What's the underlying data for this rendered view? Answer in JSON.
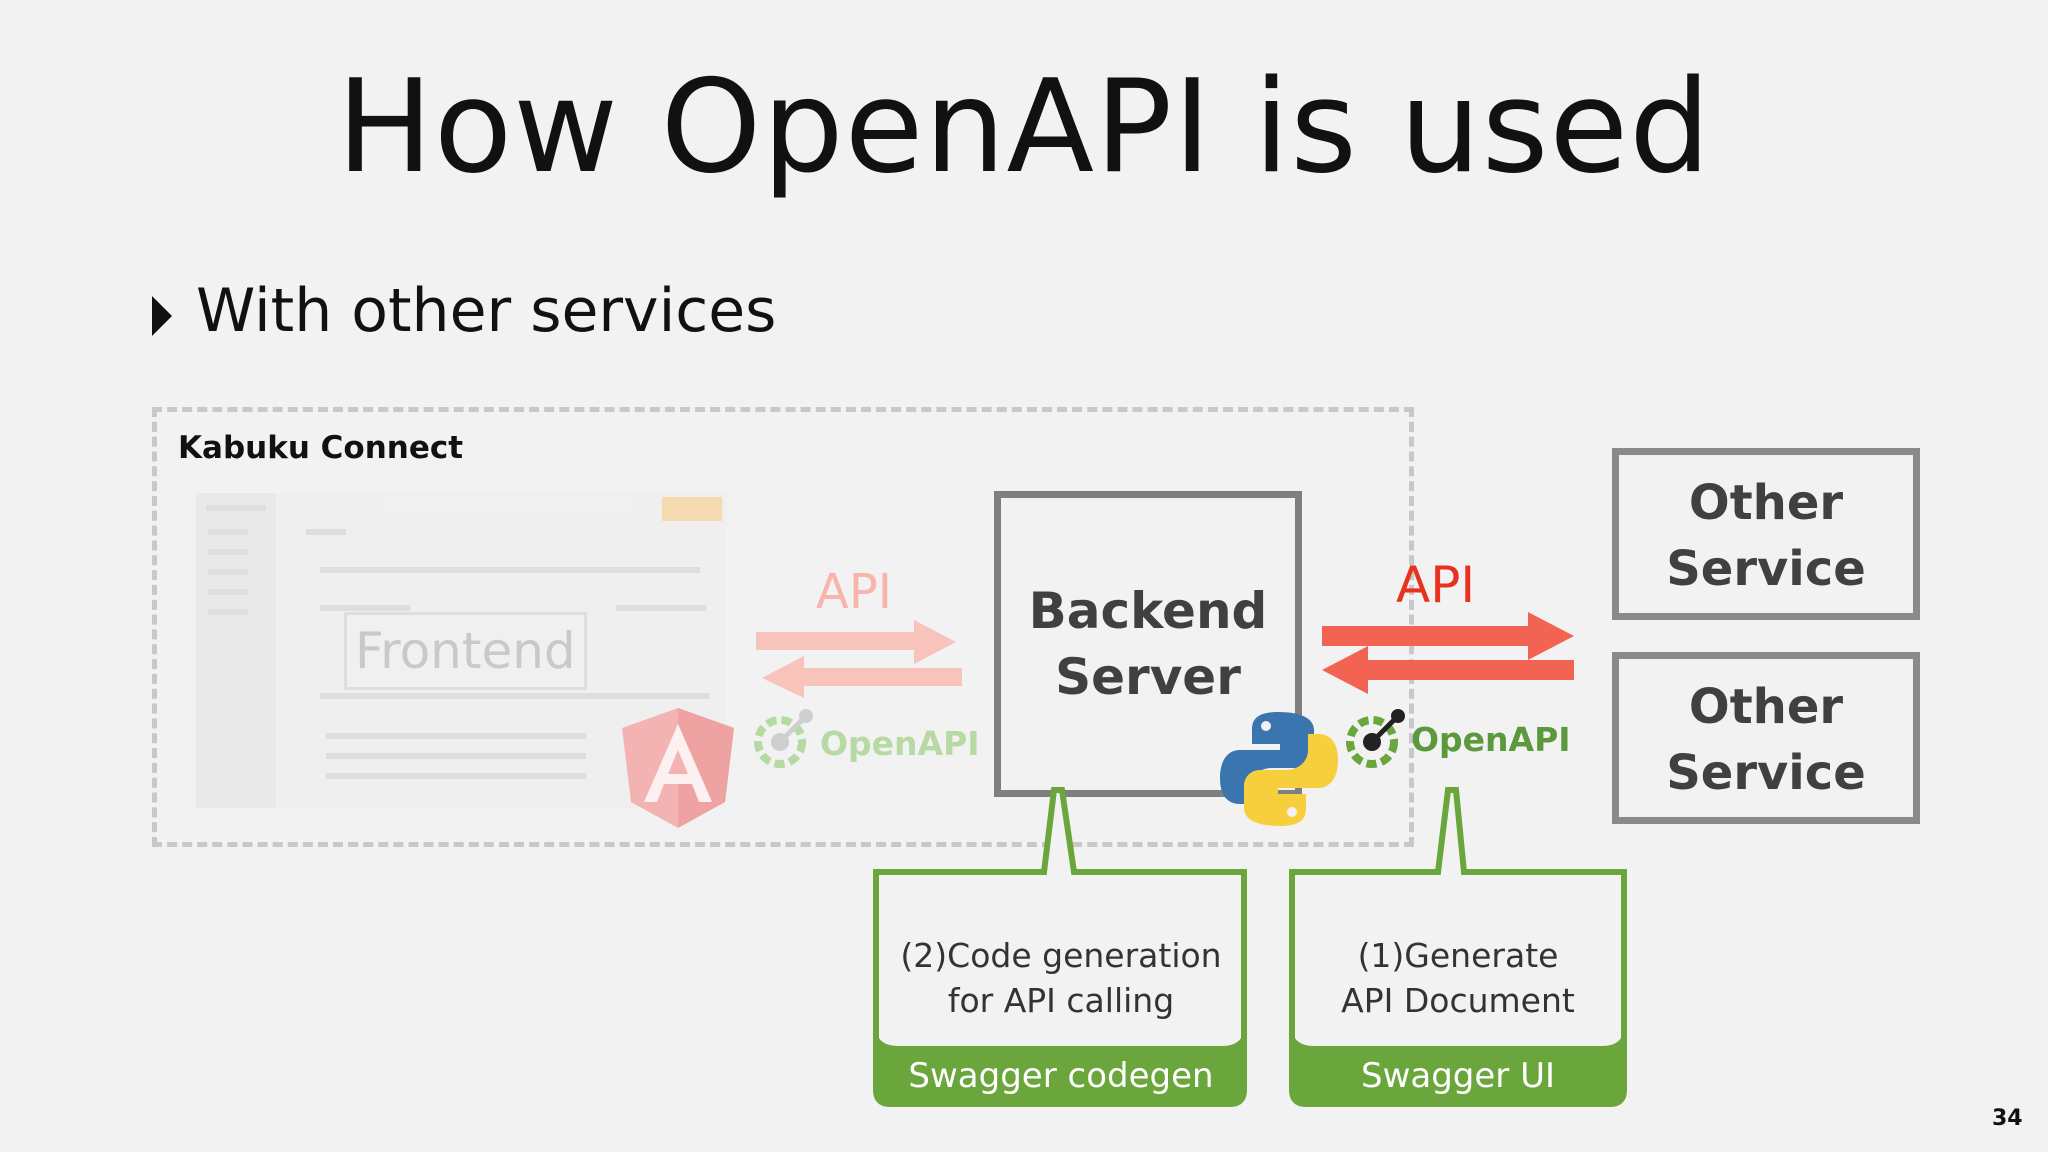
{
  "title": "How OpenAPI is used",
  "bullet": "With other services",
  "group": {
    "label": "Kabuku Connect"
  },
  "frontend": {
    "label": "Frontend"
  },
  "backend": {
    "label_line1": "Backend",
    "label_line2": "Server"
  },
  "other_services": [
    {
      "line1": "Other",
      "line2": "Service"
    },
    {
      "line1": "Other",
      "line2": "Service"
    }
  ],
  "arrows": {
    "left_label": "API",
    "right_label": "API"
  },
  "openapi": {
    "left_text": "OpenAPI",
    "right_text": "OpenAPI"
  },
  "callouts": {
    "codegen": {
      "line1": "(2)Code generation",
      "line2": "for API calling",
      "tool": "Swagger codegen"
    },
    "ui": {
      "line1": "(1)Generate",
      "line2": "API Document",
      "tool": "Swagger UI"
    }
  },
  "page_number": "34",
  "colors": {
    "api_faded": "#f7b5ab",
    "api_active": "#f26352",
    "api_label_active": "#e8321f",
    "openapi_green": "#5b9a3c",
    "callout_green": "#6aa63c",
    "box_gray": "#7f7f7f"
  },
  "icons": [
    "angular-logo-icon",
    "openapi-logo-icon",
    "python-logo-icon"
  ]
}
